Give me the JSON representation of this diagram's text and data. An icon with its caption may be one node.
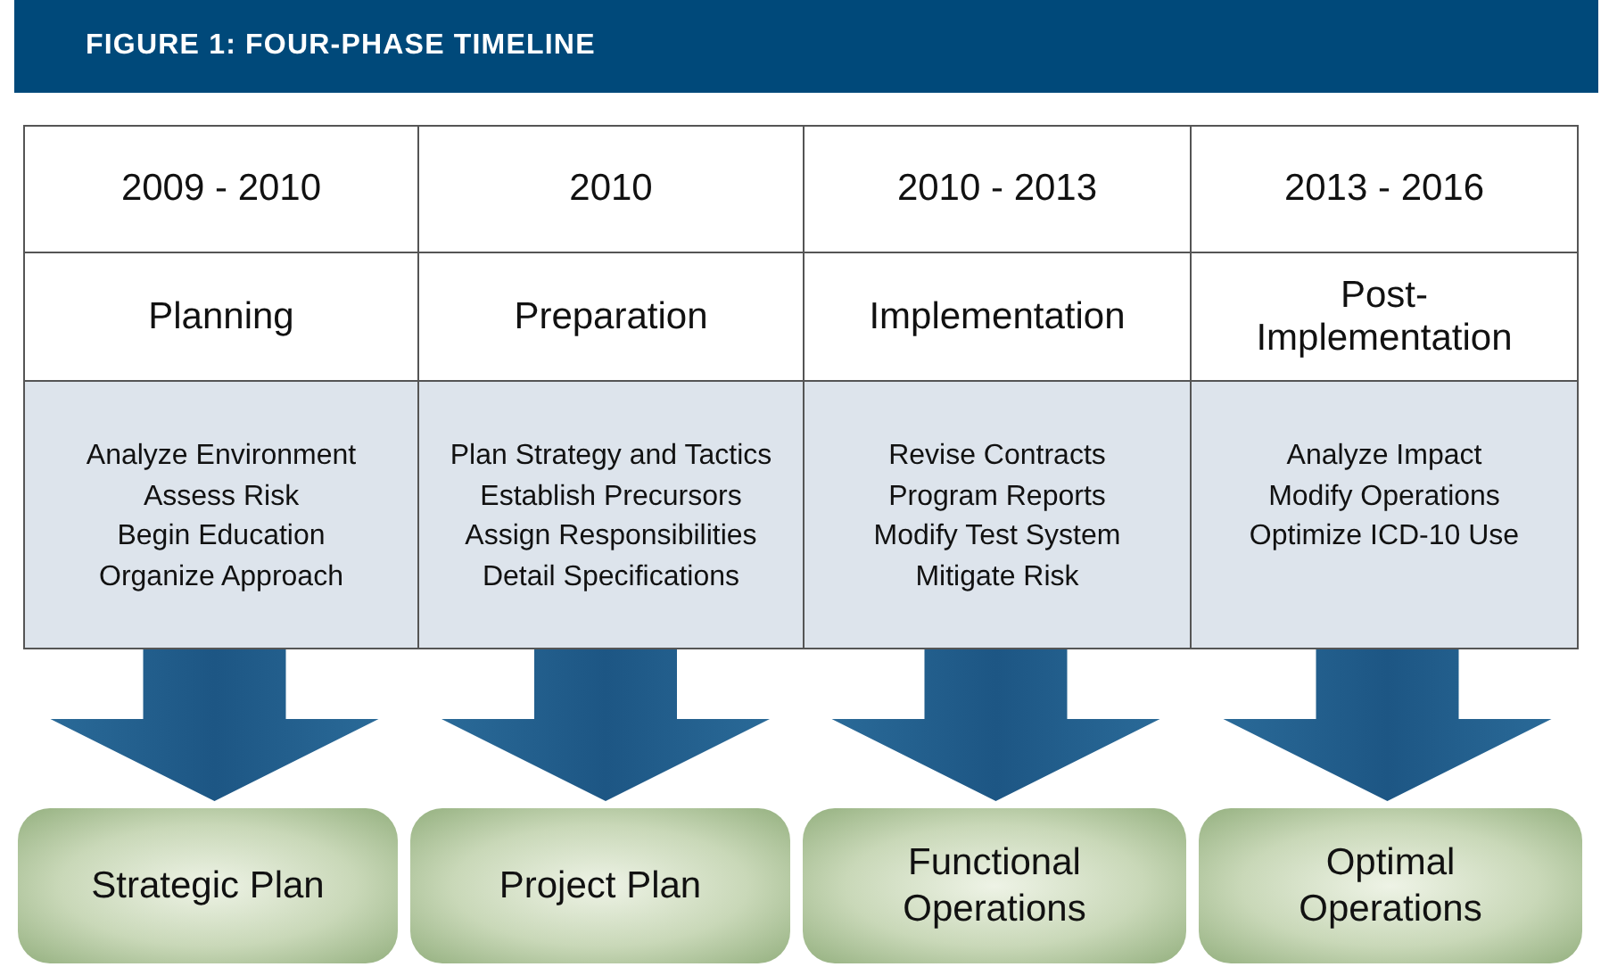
{
  "diagram": {
    "title": "FIGURE 1: FOUR-PHASE TIMELINE",
    "nodes": [
      {
        "text": [
          "2009 - 2010"
        ]
      },
      {
        "text": [
          "2010"
        ]
      },
      {
        "text": [
          "2010 - 2013"
        ]
      },
      {
        "text": [
          "2013 - 2016"
        ]
      },
      {
        "text": [
          "Planning"
        ]
      },
      {
        "text": [
          "Preparation"
        ]
      },
      {
        "text": [
          "Implementation"
        ]
      },
      {
        "text": [
          "Post-Implementation"
        ]
      },
      {
        "text": [
          "Analyze Environment",
          "Assess Risk",
          "Begin Education",
          "Organize Approach"
        ]
      },
      {
        "text": [
          "Plan Strategy and Tactics",
          "Establish Precursors",
          "Assign Responsibilities",
          "Detail Specifications"
        ]
      },
      {
        "text": [
          "Revise Contracts",
          "Program Reports",
          "Modify Test System",
          "Mitigate Risk"
        ]
      },
      {
        "text": [
          "Analyze Impact",
          "Modify Operations",
          "Optimize ICD-10 Use"
        ]
      },
      {
        "text": [
          "Strategic Plan"
        ]
      },
      {
        "text": [
          "Project Plan"
        ]
      },
      {
        "text": [
          "Functional Operations"
        ]
      },
      {
        "text": [
          "Optimal Operations"
        ]
      }
    ],
    "edges": [
      {
        "from": 8,
        "to": 12,
        "arrow": "to",
        "style": "thick"
      },
      {
        "from": 9,
        "to": 13,
        "arrow": "to",
        "style": "thick"
      },
      {
        "from": 10,
        "to": 14,
        "arrow": "to",
        "style": "thick"
      },
      {
        "from": 11,
        "to": 15,
        "arrow": "to",
        "style": "thick"
      }
    ]
  }
}
